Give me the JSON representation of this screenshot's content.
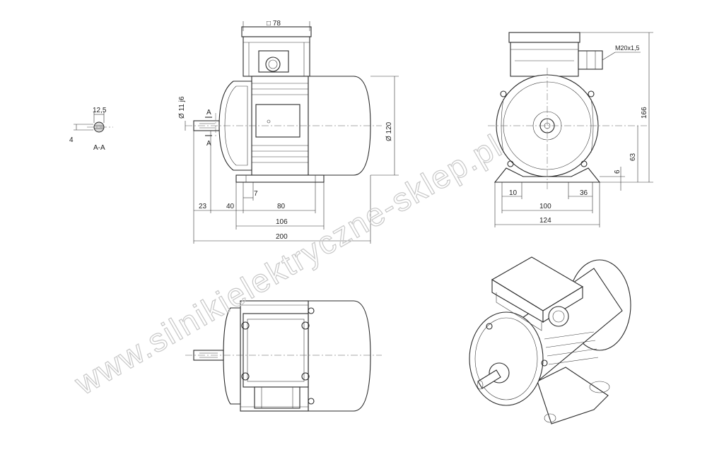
{
  "watermark": "www.silnikielektryczne-sklep.pl",
  "section": {
    "label": "A-A",
    "width": "12,5",
    "depth": "4"
  },
  "front_view": {
    "box_size": "78",
    "shaft_diameter": "11 j6",
    "body_diameter": "120",
    "section_mark": "A",
    "dims": {
      "d_7": "7",
      "d_23": "23",
      "d_40": "40",
      "d_80": "80",
      "d_106": "106",
      "d_200": "200"
    }
  },
  "side_view": {
    "thread": "M20x1,5",
    "height_total": "166",
    "shaft_height": "63",
    "foot_thickness": "6",
    "dims": {
      "d_10": "10",
      "d_36": "36",
      "d_100": "100",
      "d_124": "124"
    }
  },
  "symbols": {
    "square": "□",
    "diameter": "Ø"
  }
}
